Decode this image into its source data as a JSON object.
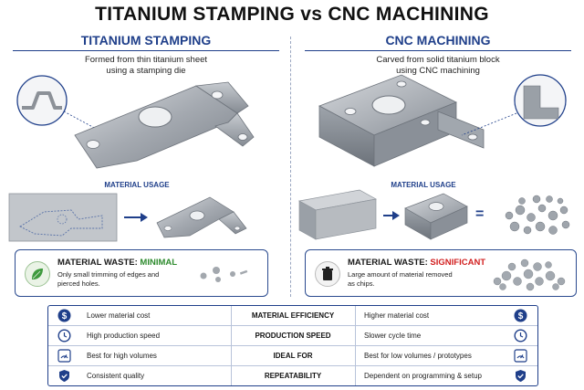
{
  "title": "TITANIUM STAMPING vs CNC MACHINING",
  "left": {
    "heading": "TITANIUM STAMPING",
    "subtitle_line1": "Formed from thin titanium sheet",
    "subtitle_line2": "using a stamping die",
    "material_usage": "MATERIAL USAGE",
    "waste_label": "MATERIAL WASTE: ",
    "waste_value": "MINIMAL",
    "waste_desc_line1": "Only small trimming of edges and",
    "waste_desc_line2": "pierced holes."
  },
  "right": {
    "heading": "CNC MACHINING",
    "subtitle_line1": "Carved from solid titanium block",
    "subtitle_line2": "using CNC machining",
    "material_usage": "MATERIAL USAGE",
    "waste_label": "MATERIAL WASTE: ",
    "waste_value": "SIGNIFICANT",
    "waste_desc_line1": "Large amount of material removed",
    "waste_desc_line2": "as chips.",
    "equals": "="
  },
  "table": [
    {
      "left": "Lower material cost",
      "mid": "MATERIAL EFFICIENCY",
      "right": "Higher material cost",
      "icon": "dollar-icon"
    },
    {
      "left": "High production speed",
      "mid": "PRODUCTION SPEED",
      "right": "Slower cycle time",
      "icon": "clock-icon"
    },
    {
      "left": "Best for high volumes",
      "mid": "IDEAL FOR",
      "right": "Best for low volumes / prototypes",
      "icon": "gauge-icon"
    },
    {
      "left": "Consistent quality",
      "mid": "REPEATABILITY",
      "right": "Dependent on programming & setup",
      "icon": "shield-check-icon"
    }
  ],
  "colors": {
    "navy": "#1f3f8a",
    "green": "#2e8b2e",
    "red": "#d22020",
    "metal": "#a9adb3"
  }
}
